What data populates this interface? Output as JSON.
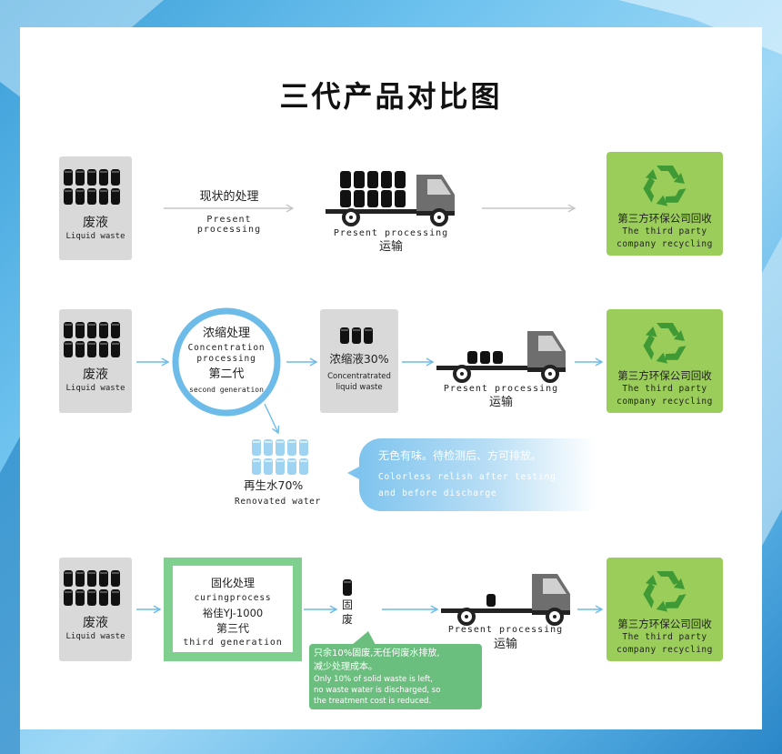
{
  "title": "三代产品对比图",
  "colors": {
    "recycle_green": "#3f9a35",
    "arrow_blue": "#6cbbe8",
    "box_green": "#9acd5a"
  },
  "rows": [
    {
      "source": {
        "cn": "废液",
        "en": "Liquid waste"
      },
      "process": {
        "cn": "现状的处理",
        "en_line1": "Present",
        "en_line2": "processing"
      },
      "transport": {
        "en": "Present processing",
        "cn": "运输"
      },
      "recycle": {
        "cn": "第三方环保公司回收",
        "en_line1": "The third party",
        "en_line2": "company recycling",
        "icon": "recycle-icon"
      }
    },
    {
      "source": {
        "cn": "废液",
        "en": "Liquid waste"
      },
      "process": {
        "cn": "浓缩处理",
        "en_line1": "Concentration",
        "en_line2": "processing",
        "gen_cn": "第二代",
        "gen_en": "second generation"
      },
      "concentrate": {
        "cn": "浓缩液30%",
        "en_line1": "Concentratrated",
        "en_line2": "liquid waste"
      },
      "water": {
        "cn": "再生水70%",
        "en": "Renovated water"
      },
      "note": {
        "cn": "无色有味。待检测后、方可排放。",
        "en_line1": "Colorless relish after testing",
        "en_line2": "and before discharge"
      },
      "transport": {
        "en": "Present processing",
        "cn": "运输"
      },
      "recycle": {
        "cn": "第三方环保公司回收",
        "en_line1": "The third party",
        "en_line2": "company recycling",
        "icon": "recycle-icon"
      }
    },
    {
      "source": {
        "cn": "废液",
        "en": "Liquid waste"
      },
      "process": {
        "cn": "固化处理",
        "en": "curingprocess",
        "model": "裕佳YJ-1000",
        "gen_cn": "第三代",
        "gen_en": "third generation"
      },
      "solid": {
        "cn_1": "固",
        "cn_2": "废"
      },
      "note": {
        "cn_line1": "只余10%固废,无任何废水排放,",
        "cn_line2": "减少处理成本。",
        "en_line1": "Only 10% of solid waste is left,",
        "en_line2": "no waste water is discharged, so",
        "en_line3": "the treatment cost is reduced."
      },
      "transport": {
        "en": "Present processing",
        "cn": "运输"
      },
      "recycle": {
        "cn": "第三方环保公司回收",
        "en_line1": "The third party",
        "en_line2": "company recycling",
        "icon": "recycle-icon"
      }
    }
  ]
}
